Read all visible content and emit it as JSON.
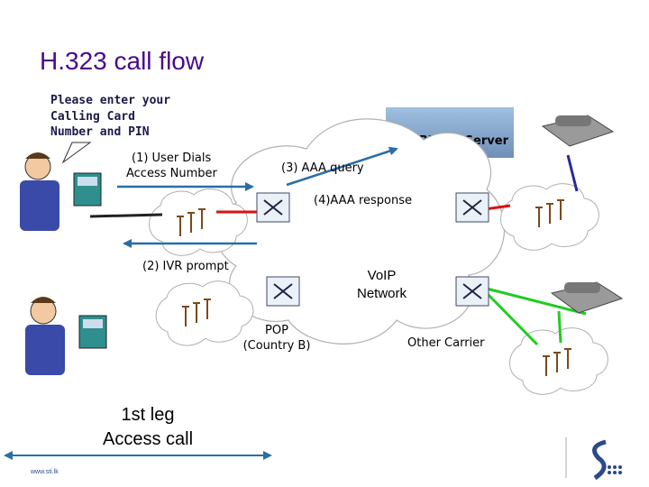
{
  "title": "H.323 call flow",
  "prompt": {
    "line1": "Please enter your",
    "line2": "Calling Card",
    "line3": "Number and PIN"
  },
  "billing_server": "Billing Server",
  "steps": {
    "s1_line1": "(1) User Dials",
    "s1_line2": "Access Number",
    "s2": "(2) IVR prompt",
    "s3": "(3) AAA query",
    "s4": "(4)AAA response"
  },
  "voip": {
    "line1": "VoIP",
    "line2": "Network"
  },
  "pop": {
    "line1": "POP",
    "line2": "(Country B)"
  },
  "other_carrier": "Other Carrier",
  "leg": {
    "line1": "1st leg",
    "line2": "Access call"
  },
  "footer_url": "www.sti.lk",
  "colors": {
    "title": "#4a0a8a",
    "arrow": "#2a6ea6",
    "red_link": "#e01010",
    "green_link": "#22cc22",
    "blue_link": "#2a2a9a"
  }
}
